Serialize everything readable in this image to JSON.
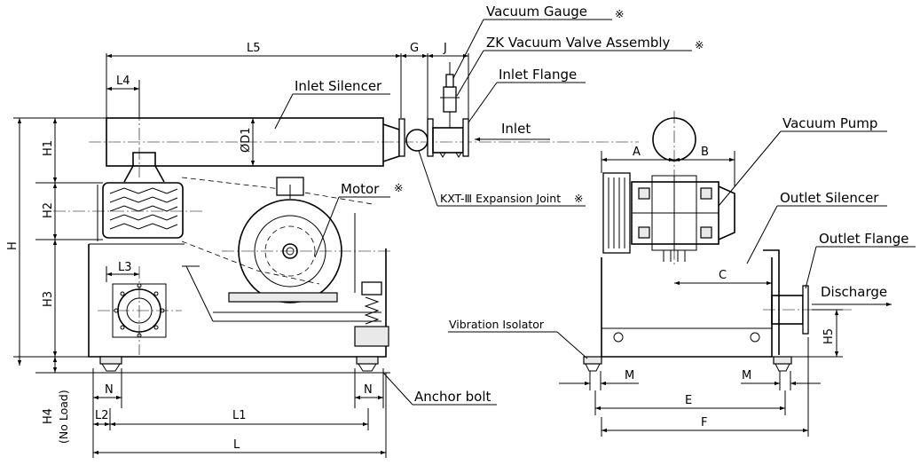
{
  "labels": {
    "vacuum_gauge": "Vacuum Gauge",
    "vacuum_valve": "ZK Vacuum Valve Assembly",
    "inlet_flange": "Inlet Flange",
    "inlet_silencer": "Inlet Silencer",
    "inlet": "Inlet",
    "motor": "Motor",
    "expansion_joint": "KXT-Ⅲ Expansion Joint",
    "anchor_bolt": "Anchor bolt",
    "vacuum_pump": "Vacuum Pump",
    "outlet_silencer": "Outlet Silencer",
    "outlet_flange": "Outlet Flange",
    "discharge": "Discharge",
    "vibration_isolator": "Vibration Isolator",
    "note_mark": "※"
  },
  "dimensions": {
    "L5": "L5",
    "G": "G",
    "J": "J",
    "L4": "L4",
    "D1": "ØD1",
    "H1": "H1",
    "H2": "H2",
    "H": "H",
    "H3": "H3",
    "L3": "L3",
    "H4": "H4",
    "no_load": "(No Load)",
    "N_left": "N",
    "N_right": "N",
    "L2": "L2",
    "L1": "L1",
    "L": "L",
    "A": "A",
    "B": "B",
    "C": "C",
    "H5": "H5",
    "M_left": "M",
    "M_right": "M",
    "E": "E",
    "F": "F"
  }
}
